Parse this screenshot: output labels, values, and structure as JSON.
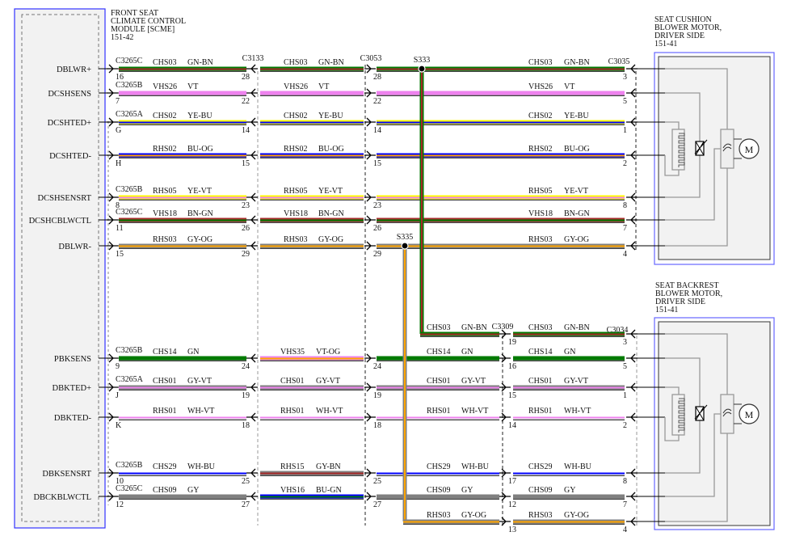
{
  "module": {
    "title": [
      "FRONT SEAT",
      "CLIMATE CONTROL",
      "MODULE [SCME]",
      "151-42"
    ]
  },
  "cushion_motor": {
    "title": [
      "SEAT CUSHION",
      "BLOWER MOTOR,",
      "DRIVER SIDE",
      "151-41"
    ],
    "motor_symbol": "M"
  },
  "backrest_motor": {
    "title": [
      "SEAT BACKREST",
      "BLOWER MOTOR,",
      "DRIVER SIDE",
      "151-41"
    ],
    "motor_symbol": "M"
  },
  "connectors": {
    "c3133": "C3133",
    "c3053": "C3053",
    "c3035": "C3035",
    "c3309": "C3309",
    "c3034": "C3034"
  },
  "splices": {
    "s333": "S333",
    "s335": "S335"
  },
  "wire_colors": {
    "GN": "#007a00",
    "BN": "#a52a2a",
    "VT": "#ee82ee",
    "YE": "#ffff00",
    "BU": "#0000ff",
    "OG": "#ffa500",
    "GY": "#808080",
    "WH": "#ffffff"
  },
  "top_rows": [
    {
      "signal": "DBLWR+",
      "conn": "C3265C",
      "s1": [
        "CHS03",
        "GN-BN"
      ],
      "p1": "16",
      "p2": "28",
      "s2": [
        "CHS03",
        "GN-BN"
      ],
      "p3": "28",
      "s3": [
        "CHS03",
        "GN-BN"
      ],
      "p4": "3"
    },
    {
      "signal": "DCSHSENS",
      "conn": "C3265B",
      "s1": [
        "VHS26",
        "VT"
      ],
      "p1": "7",
      "p2": "22",
      "s2": [
        "VHS26",
        "VT"
      ],
      "p3": "22",
      "s3": [
        "VHS26",
        "VT"
      ],
      "p4": "5"
    },
    {
      "signal": "DCSHTED+",
      "conn": "C3265A",
      "s1": [
        "CHS02",
        "YE-BU"
      ],
      "p1": "G",
      "p2": "14",
      "s2": [
        "CHS02",
        "YE-BU"
      ],
      "p3": "14",
      "s3": [
        "CHS02",
        "YE-BU"
      ],
      "p4": "1"
    },
    {
      "signal": "DCSHTED-",
      "conn": "",
      "s1": [
        "RHS02",
        "BU-OG"
      ],
      "p1": "H",
      "p2": "15",
      "s2": [
        "RHS02",
        "BU-OG"
      ],
      "p3": "15",
      "s3": [
        "RHS02",
        "BU-OG"
      ],
      "p4": "2"
    },
    {
      "signal": "DCSHSENSRT",
      "conn": "C3265B",
      "s1": [
        "RHS05",
        "YE-VT"
      ],
      "p1": "8",
      "p2": "23",
      "s2": [
        "RHS05",
        "YE-VT"
      ],
      "p3": "23",
      "s3": [
        "RHS05",
        "YE-VT"
      ],
      "p4": "8"
    },
    {
      "signal": "DCSHCBLWCTL",
      "conn": "C3265C",
      "s1": [
        "VHS18",
        "BN-GN"
      ],
      "p1": "11",
      "p2": "26",
      "s2": [
        "VHS18",
        "BN-GN"
      ],
      "p3": "26",
      "s3": [
        "VHS18",
        "BN-GN"
      ],
      "p4": "7"
    },
    {
      "signal": "DBLWR-",
      "conn": "",
      "s1": [
        "RHS03",
        "GY-OG"
      ],
      "p1": "15",
      "p2": "29",
      "s2": [
        "RHS03",
        "GY-OG"
      ],
      "p3": "29",
      "s3": [
        "RHS03",
        "GY-OG"
      ],
      "p4": "4"
    }
  ],
  "bottom_rows": [
    {
      "signal": "PBKSENS",
      "conn": "C3265B",
      "s1": [
        "CHS14",
        "GN"
      ],
      "p1": "9",
      "p2": "24",
      "s2": [
        "VHS35",
        "VT-OG"
      ],
      "p3": "24",
      "s3": [
        "CHS14",
        "GN"
      ],
      "p4": "16",
      "s4": [
        "CHS14",
        "GN"
      ],
      "p5": "5"
    },
    {
      "signal": "DBKTED+",
      "conn": "C3265A",
      "s1": [
        "CHS01",
        "GY-VT"
      ],
      "p1": "J",
      "p2": "19",
      "s2": [
        "CHS01",
        "GY-VT"
      ],
      "p3": "19",
      "s3": [
        "CHS01",
        "GY-VT"
      ],
      "p4": "15",
      "s4": [
        "CHS01",
        "GY-VT"
      ],
      "p5": "1"
    },
    {
      "signal": "DBKTED-",
      "conn": "",
      "s1": [
        "RHS01",
        "WH-VT"
      ],
      "p1": "K",
      "p2": "18",
      "s2": [
        "RHS01",
        "WH-VT"
      ],
      "p3": "18",
      "s3": [
        "RHS01",
        "WH-VT"
      ],
      "p4": "14",
      "s4": [
        "RHS01",
        "WH-VT"
      ],
      "p5": "2"
    },
    {
      "signal": "DBKSENSRT",
      "conn": "C3265B",
      "s1": [
        "CHS29",
        "WH-BU"
      ],
      "p1": "10",
      "p2": "25",
      "s2": [
        "RHS15",
        "GY-BN"
      ],
      "p3": "25",
      "s3": [
        "CHS29",
        "WH-BU"
      ],
      "p4": "17",
      "s4": [
        "CHS29",
        "WH-BU"
      ],
      "p5": "8"
    },
    {
      "signal": "DBCKBLWCTL",
      "conn": "C3265C",
      "s1": [
        "CHS09",
        "GY"
      ],
      "p1": "12",
      "p2": "27",
      "s2": [
        "VHS16",
        "BU-GN"
      ],
      "p3": "27",
      "s3": [
        "CHS09",
        "GY"
      ],
      "p4": "12",
      "s4": [
        "CHS09",
        "GY"
      ],
      "p5": "7"
    }
  ],
  "branch_rows": [
    {
      "s3": [
        "CHS03",
        "GN-BN"
      ],
      "p4": "19",
      "s4": [
        "CHS03",
        "GN-BN"
      ],
      "p5": "3"
    },
    {
      "s3": [
        "RHS03",
        "GY-OG"
      ],
      "p4": "13",
      "s4": [
        "RHS03",
        "GY-OG"
      ],
      "p5": "4"
    }
  ]
}
